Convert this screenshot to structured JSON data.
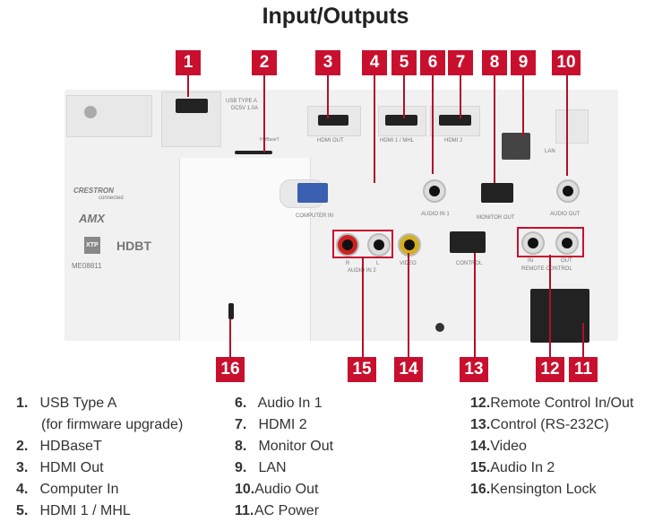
{
  "title": "Input/Outputs",
  "accent_color": "#c8102e",
  "panel_labels": {
    "usb": "USB TYPE A",
    "usb_power": "DC5V 1.0A",
    "hdbaset": "HDBaseT",
    "hdmi_out": "HDMI OUT",
    "hdmi1": "HDMI 1 / MHL",
    "hdmi2": "HDMI 2",
    "lan": "LAN",
    "computer_in": "COMPUTER IN",
    "audio_in1": "AUDIO IN 1",
    "monitor_out": "MONITOR OUT",
    "audio_out": "AUDIO OUT",
    "r": "R",
    "l": "L",
    "audio_in2": "AUDIO IN 2",
    "video": "VIDEO",
    "control": "CONTROL",
    "rc_in": "IN",
    "rc_out": "OUT",
    "remote_control": "REMOTE CONTROL",
    "model": "ME08811"
  },
  "logos": {
    "crestron": "CRESTRON",
    "crestron_sub": "connected",
    "amx": "AMX",
    "xtp": "XTP",
    "hdbt": "HDBT"
  },
  "badges": [
    "1",
    "2",
    "3",
    "4",
    "5",
    "6",
    "7",
    "8",
    "9",
    "10",
    "11",
    "12",
    "13",
    "14",
    "15",
    "16"
  ],
  "legend": [
    {
      "num": "1.",
      "label": "USB Type A",
      "sub": "(for firmware upgrade)"
    },
    {
      "num": "2.",
      "label": "HDBaseT"
    },
    {
      "num": "3.",
      "label": "HDMI Out"
    },
    {
      "num": "4.",
      "label": "Computer In"
    },
    {
      "num": "5.",
      "label": "HDMI 1 / MHL"
    },
    {
      "num": "6.",
      "label": "Audio In 1"
    },
    {
      "num": "7.",
      "label": "HDMI 2"
    },
    {
      "num": "8.",
      "label": "Monitor Out"
    },
    {
      "num": "9.",
      "label": "LAN"
    },
    {
      "num": "10.",
      "label": "Audio Out"
    },
    {
      "num": "11.",
      "label": "AC Power"
    },
    {
      "num": "12.",
      "label": "Remote Control In/Out"
    },
    {
      "num": "13.",
      "label": "Control (RS-232C)"
    },
    {
      "num": "14.",
      "label": "Video"
    },
    {
      "num": "15.",
      "label": "Audio In 2"
    },
    {
      "num": "16.",
      "label": "Kensington Lock"
    }
  ]
}
